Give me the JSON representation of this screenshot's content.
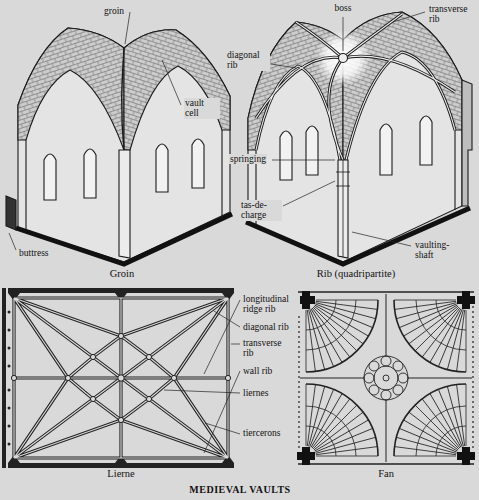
{
  "diagram": {
    "title": "MEDIEVAL VAULTS",
    "labels": [
      "groin",
      "vault cell",
      "buttress",
      "Groin",
      "boss",
      "transverse rib",
      "diagonal rib",
      "springing",
      "tas-de-charge",
      "vaulting-shaft",
      "Rib (quadripartite)",
      "longitudinal ridge rib",
      "diagonal rib",
      "transverse rib",
      "wall rib",
      "liernes",
      "tiercerons",
      "Lierne",
      "Fan"
    ]
  }
}
